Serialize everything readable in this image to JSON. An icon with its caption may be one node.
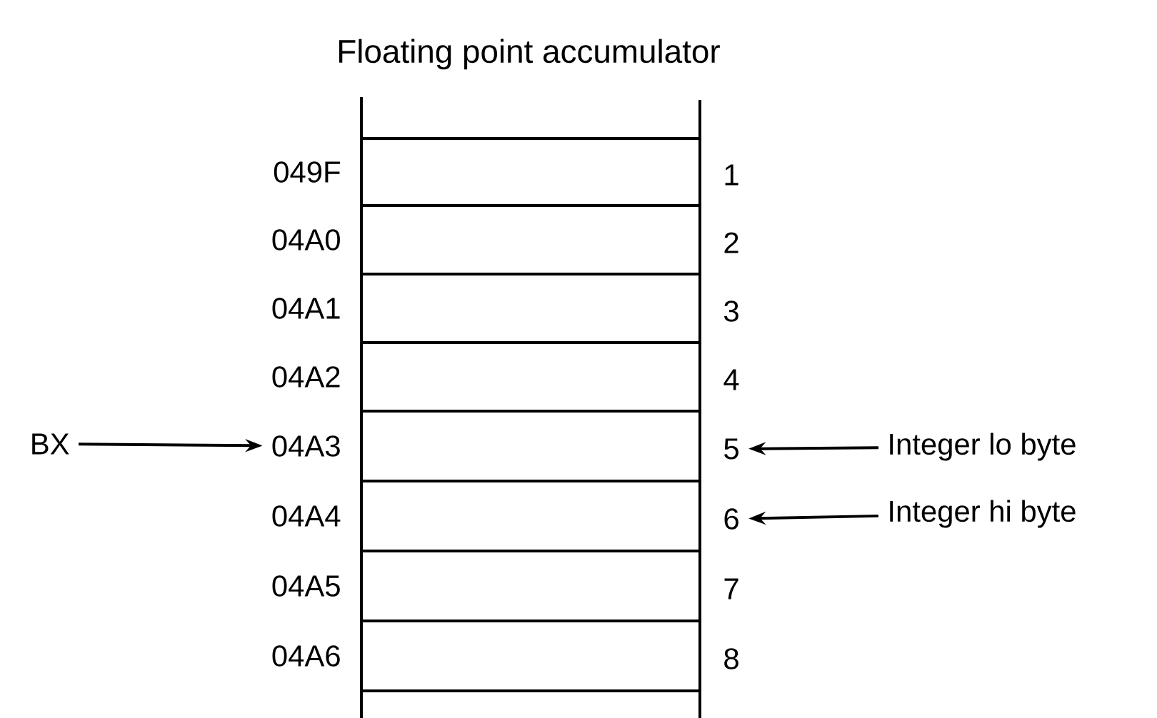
{
  "diagram": {
    "title": "Floating point accumulator",
    "nodes": [
      {
        "text": [
          "049F"
        ]
      },
      {
        "text": [],
        "shape": "box"
      },
      {
        "text": [
          "1"
        ]
      },
      {
        "text": [
          "04A0"
        ]
      },
      {
        "text": [],
        "shape": "box"
      },
      {
        "text": [
          "2"
        ]
      },
      {
        "text": [
          "04A1"
        ]
      },
      {
        "text": [],
        "shape": "box"
      },
      {
        "text": [
          "3"
        ]
      },
      {
        "text": [
          "04A2"
        ]
      },
      {
        "text": [],
        "shape": "box"
      },
      {
        "text": [
          "4"
        ]
      },
      {
        "text": [
          "04A3"
        ]
      },
      {
        "text": [],
        "shape": "box"
      },
      {
        "text": [
          "5"
        ]
      },
      {
        "text": [
          "04A4"
        ]
      },
      {
        "text": [],
        "shape": "box"
      },
      {
        "text": [
          "6"
        ]
      },
      {
        "text": [
          "04A5"
        ]
      },
      {
        "text": [],
        "shape": "box"
      },
      {
        "text": [
          "7"
        ]
      },
      {
        "text": [
          "04A6"
        ]
      },
      {
        "text": [],
        "shape": "box"
      },
      {
        "text": [
          "8"
        ]
      },
      {
        "text": [
          "BX"
        ]
      },
      {
        "text": [
          "Integer lo byte"
        ]
      },
      {
        "text": [
          "Integer hi byte"
        ]
      }
    ],
    "edges": [
      {
        "from": 24,
        "to": 12,
        "arrow": "to"
      },
      {
        "from": 25,
        "to": 14,
        "arrow": "to"
      },
      {
        "from": 26,
        "to": 17,
        "arrow": "to"
      }
    ]
  }
}
